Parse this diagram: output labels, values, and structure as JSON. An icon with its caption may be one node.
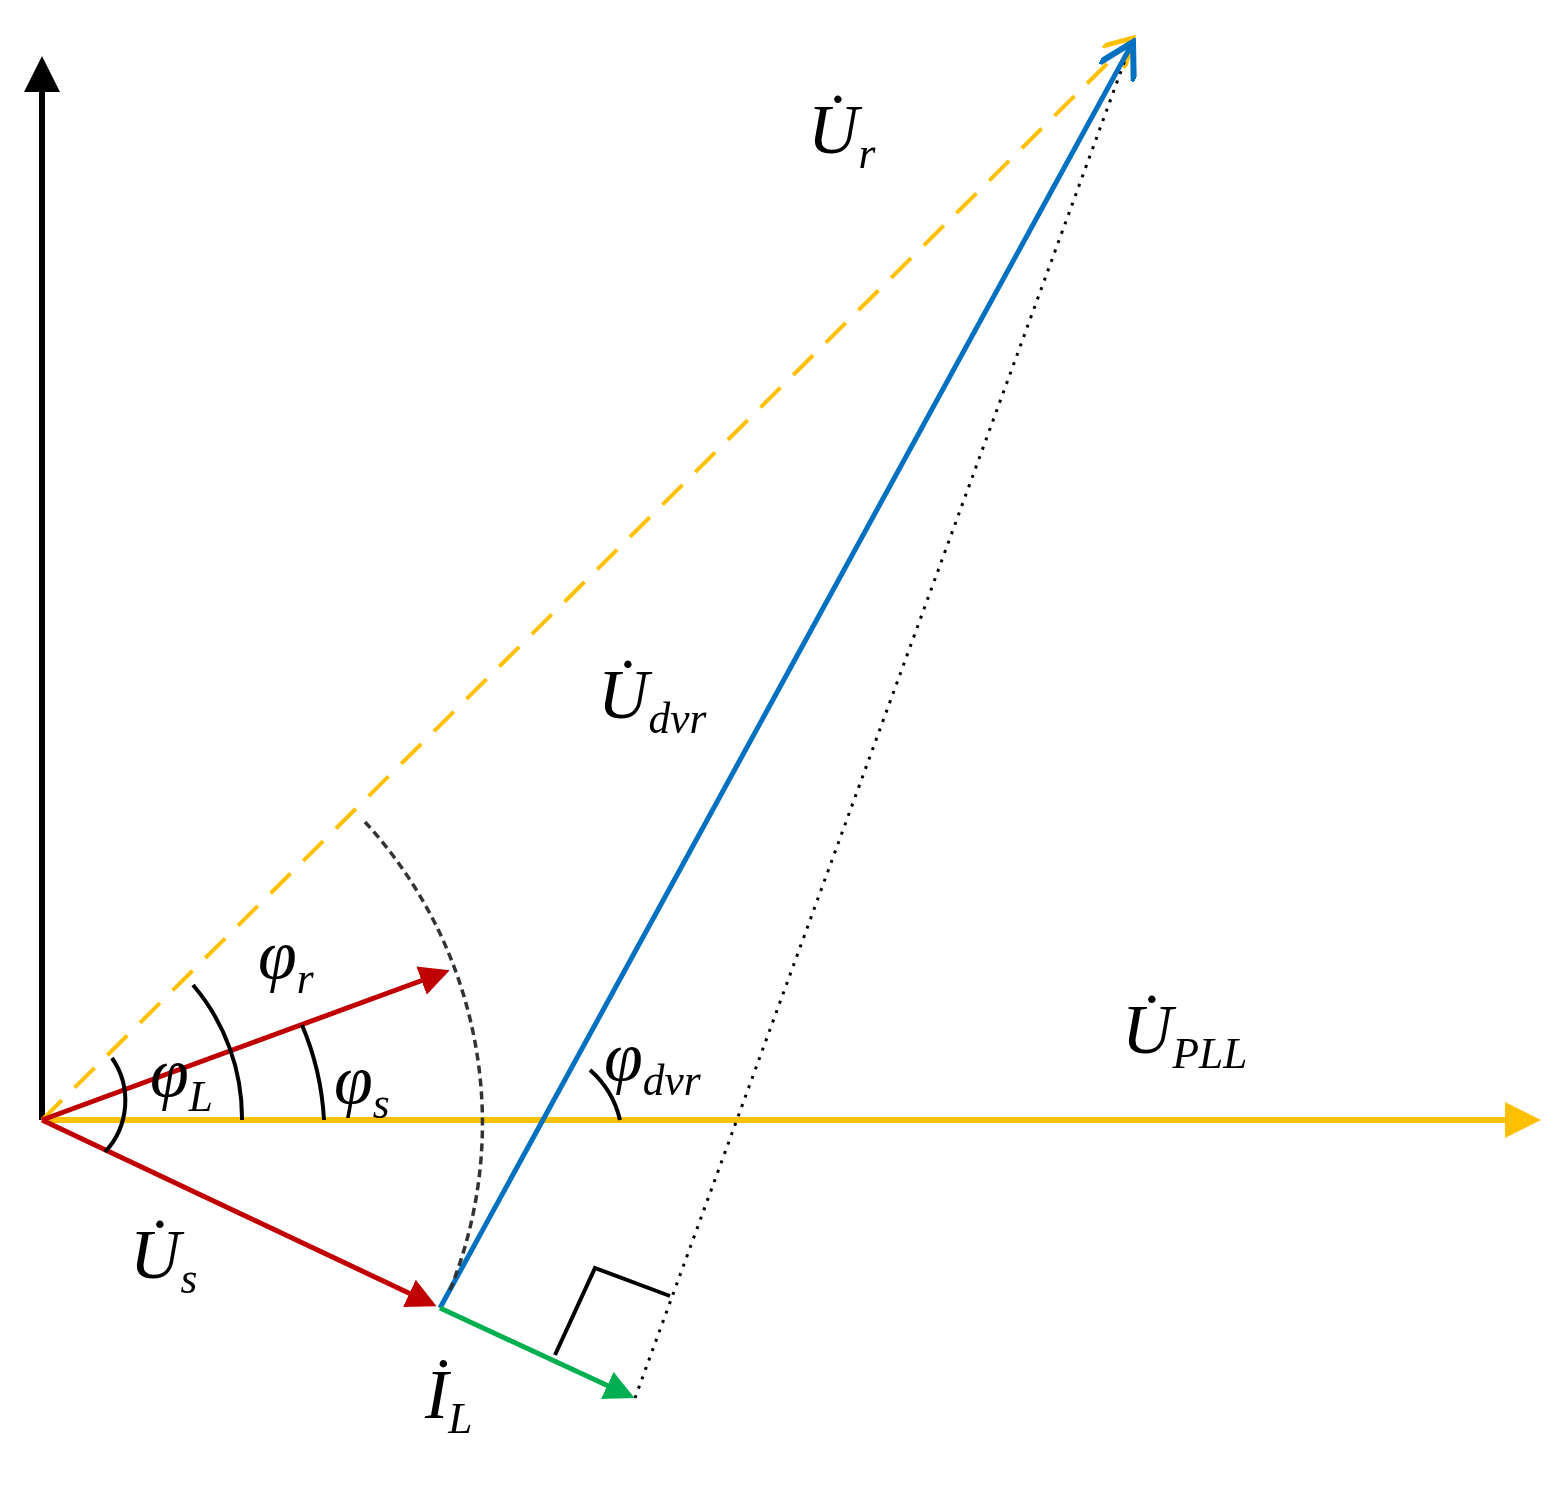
{
  "diagram": {
    "labels": [
      "U̇$_{r}$",
      "U̇$_{dvr}$",
      "φ$_{r}$",
      "φ$_{dvr}$",
      "U̇$_{PLL}$",
      "φ$_{L}$",
      "φ$_{s}$",
      "U̇$_{s}$",
      "İ$_{L}$"
    ]
  }
}
